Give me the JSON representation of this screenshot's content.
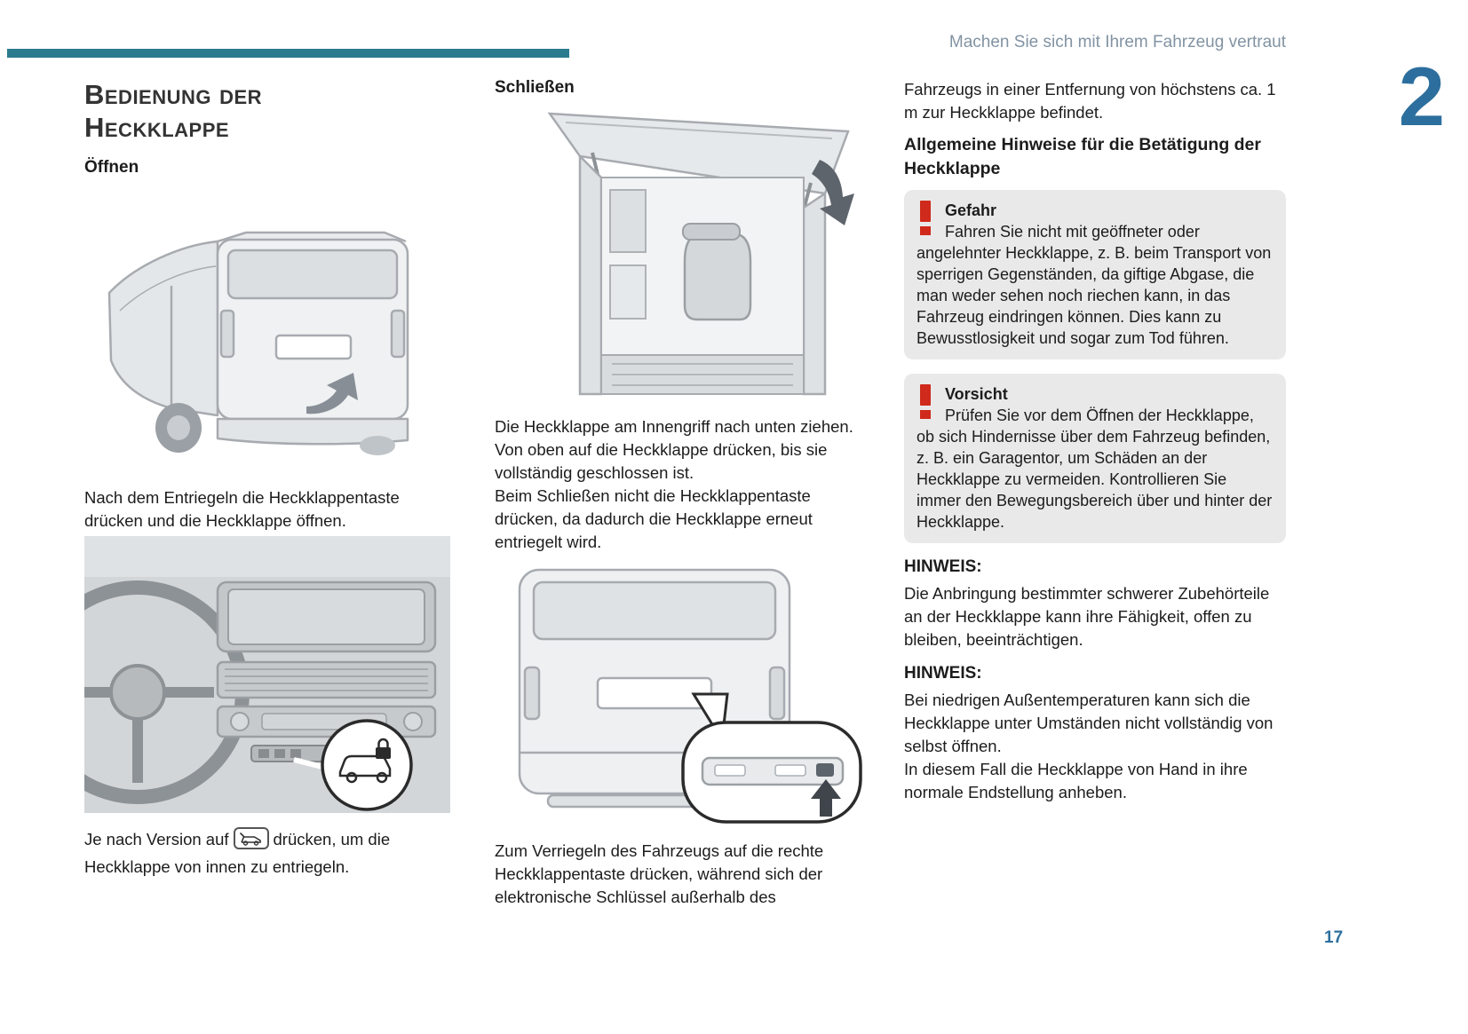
{
  "header": {
    "breadcrumb": "Machen Sie sich mit Ihrem Fahrzeug vertraut",
    "chapter_number": "2"
  },
  "left_column": {
    "title": "Bedienung der Heckklappe",
    "section_open": "Öffnen",
    "open_instruction": "Nach dem Entriegeln die Heckklappentaste drücken und die Heckklappe öffnen.",
    "unlock_prefix": "Je nach Version auf",
    "unlock_suffix": "drücken, um die Heckklappe von innen zu entriegeln."
  },
  "middle_column": {
    "section_close": "Schließen",
    "close_instruction_1": "Die Heckklappe am Innengriff nach unten ziehen. Von oben auf die Heckklappe drücken, bis sie vollständig geschlossen ist.",
    "close_instruction_2": "Beim Schließen nicht die Heckklappentaste drücken, da dadurch die Heckklappe erneut entriegelt wird.",
    "lock_instruction": "Zum Verriegeln des Fahrzeugs auf die rechte Heckklappentaste drücken, während sich der elektronische Schlüssel außerhalb des"
  },
  "right_column": {
    "lock_instruction_continued": "Fahrzeugs in einer Entfernung von höchstens ca. 1 m zur Heckklappe befindet.",
    "general_heading": "Allgemeine Hinweise für die Betätigung der Heckklappe",
    "danger": {
      "title": "Gefahr",
      "text": "Fahren Sie nicht mit geöffneter oder angelehnter Heckklappe, z. B. beim Transport von sperrigen Gegenständen, da giftige Abgase, die man weder sehen noch riechen kann, in das Fahrzeug eindringen können. Dies kann zu Bewusstlosigkeit und sogar zum Tod führen."
    },
    "caution": {
      "title": "Vorsicht",
      "text": "Prüfen Sie vor dem Öffnen der Heckklappe, ob sich Hindernisse über dem Fahrzeug befinden, z. B. ein Garagentor, um Schäden an der Heckklappe zu vermeiden. Kontrollieren Sie immer den Bewegungsbereich über und hinter der Heckklappe."
    },
    "note_1": {
      "label": "HINWEIS:",
      "text": "Die Anbringung bestimmter schwerer Zubehörteile an der Heckklappe kann ihre Fähigkeit, offen zu bleiben, beeinträchtigen."
    },
    "note_2": {
      "label": "HINWEIS:",
      "text_line1": "Bei niedrigen Außentemperaturen kann sich die Heckklappe unter Umständen nicht vollständig von selbst öffnen.",
      "text_line2": "In diesem Fall die Heckklappe von Hand in ihre normale Endstellung anheben."
    }
  },
  "footer": {
    "page_number": "17"
  },
  "icons": {
    "tailgate_button": "tailgate-release-button-icon",
    "warning": "exclamation-warning-icon"
  },
  "colors": {
    "accent_teal": "#2a7b8e",
    "chapter_blue": "#2c6f9e",
    "danger_red": "#cf2a1b",
    "warning_box_bg": "#e9e9e9",
    "breadcrumb_gray": "#8293a3"
  }
}
